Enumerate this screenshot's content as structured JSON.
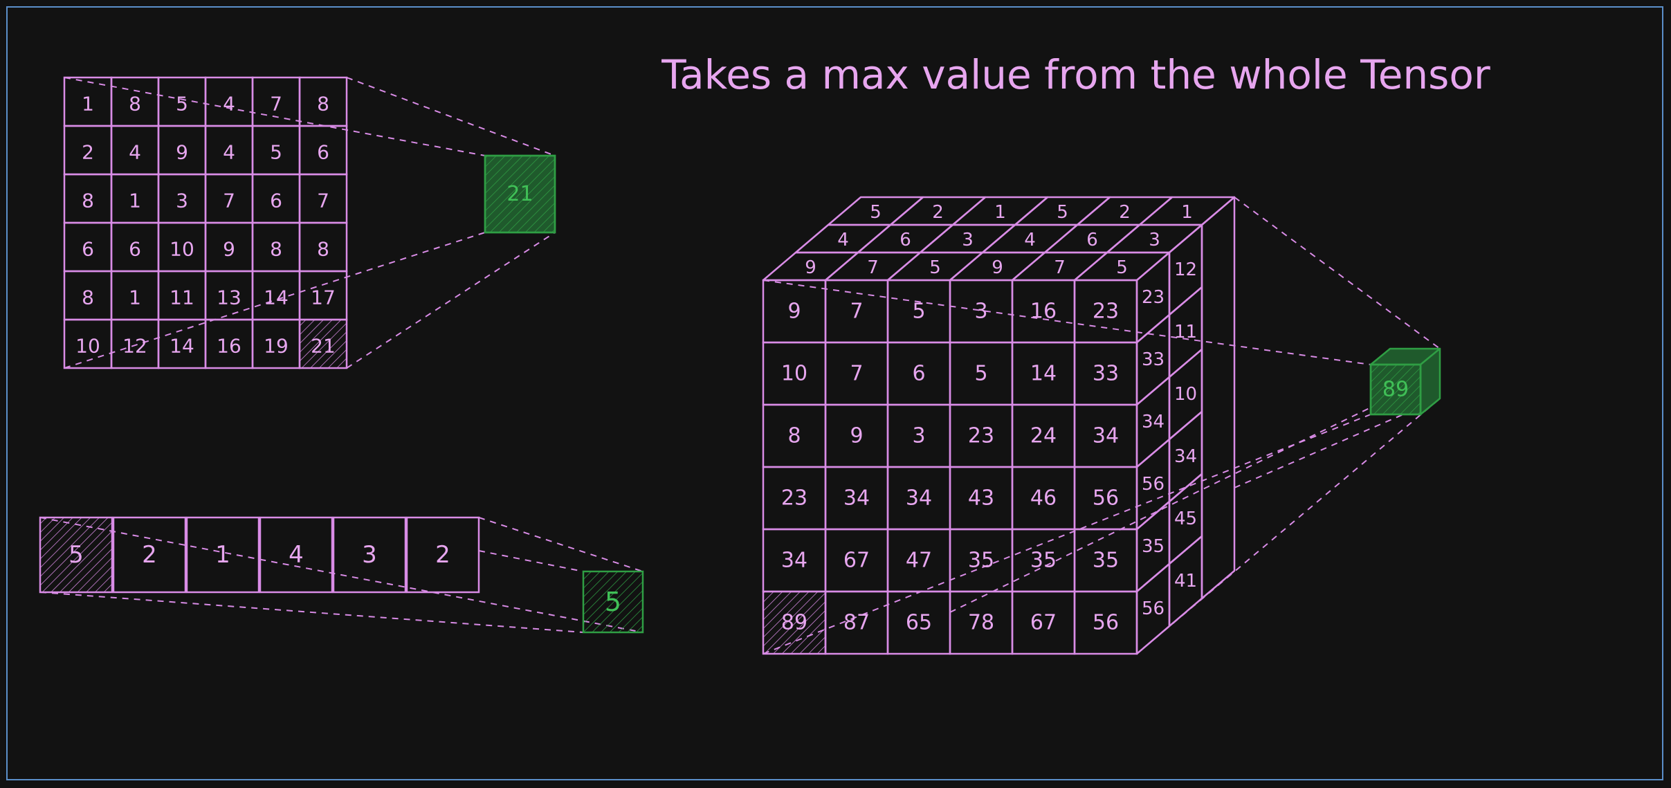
{
  "title": "Takes a max value from the whole Tensor",
  "colors": {
    "background": "#121212",
    "frame": "#5b8fc9",
    "tensor_stroke": "#d98ce6",
    "tensor_text": "#e7a6ef",
    "result_stroke": "#2f9e44",
    "result_fill": "#1f5a2c",
    "result_text": "#40c057"
  },
  "vector": {
    "values": [
      "5",
      "2",
      "1",
      "4",
      "3",
      "2"
    ],
    "max_index": 0,
    "result": "5"
  },
  "matrix": {
    "rows": [
      [
        "1",
        "8",
        "5",
        "4",
        "7",
        "8"
      ],
      [
        "2",
        "4",
        "9",
        "4",
        "5",
        "6"
      ],
      [
        "8",
        "1",
        "3",
        "7",
        "6",
        "7"
      ],
      [
        "6",
        "6",
        "10",
        "9",
        "8",
        "8"
      ],
      [
        "8",
        "1",
        "11",
        "13",
        "14",
        "17"
      ],
      [
        "10",
        "12",
        "14",
        "16",
        "19",
        "21"
      ]
    ],
    "max_cell": [
      5,
      5
    ],
    "result": "21"
  },
  "cube": {
    "front_rows": [
      [
        "9",
        "7",
        "5",
        "3",
        "16",
        "23"
      ],
      [
        "10",
        "7",
        "6",
        "5",
        "14",
        "33"
      ],
      [
        "8",
        "9",
        "3",
        "23",
        "24",
        "34"
      ],
      [
        "23",
        "34",
        "34",
        "43",
        "46",
        "56"
      ],
      [
        "34",
        "67",
        "47",
        "35",
        "35",
        "35"
      ],
      [
        "89",
        "87",
        "65",
        "78",
        "67",
        "56"
      ]
    ],
    "top_rows": [
      [
        "5",
        "2",
        "1",
        "5",
        "2",
        "1"
      ],
      [
        "4",
        "6",
        "3",
        "4",
        "6",
        "3"
      ],
      [
        "9",
        "7",
        "5",
        "9",
        "7",
        "5"
      ]
    ],
    "side_columns": [
      [
        "23",
        "33",
        "34",
        "56",
        "35",
        "56"
      ],
      [
        "12",
        "11",
        "10",
        "34",
        "45",
        "41"
      ]
    ],
    "max_cell": [
      5,
      0
    ],
    "result": "89"
  }
}
